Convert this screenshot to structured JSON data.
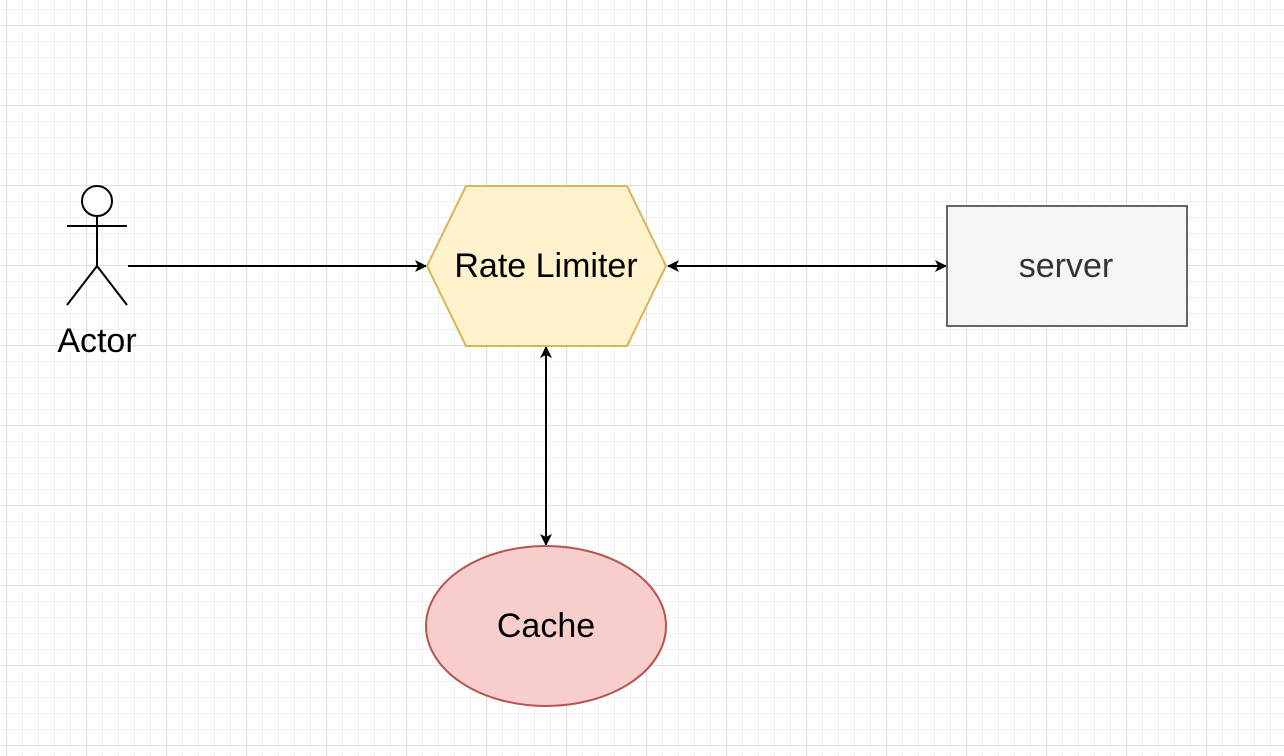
{
  "diagram": {
    "nodes": {
      "actor": {
        "label": "Actor",
        "shape": "stick-figure",
        "stroke": "#000000"
      },
      "rate_limiter": {
        "label": "Rate Limiter",
        "shape": "hexagon",
        "fill": "#fff2cc",
        "stroke": "#d6b656"
      },
      "server": {
        "label": "server",
        "shape": "rectangle",
        "fill": "#f5f5f5",
        "stroke": "#666666",
        "text_color": "#333333"
      },
      "cache": {
        "label": "Cache",
        "shape": "ellipse",
        "fill": "#f8cecc",
        "stroke": "#b85450"
      }
    },
    "edges": [
      {
        "from": "actor",
        "to": "rate_limiter",
        "direction": "one-way"
      },
      {
        "from": "rate_limiter",
        "to": "server",
        "direction": "both"
      },
      {
        "from": "rate_limiter",
        "to": "cache",
        "direction": "both"
      }
    ],
    "grid": true
  }
}
